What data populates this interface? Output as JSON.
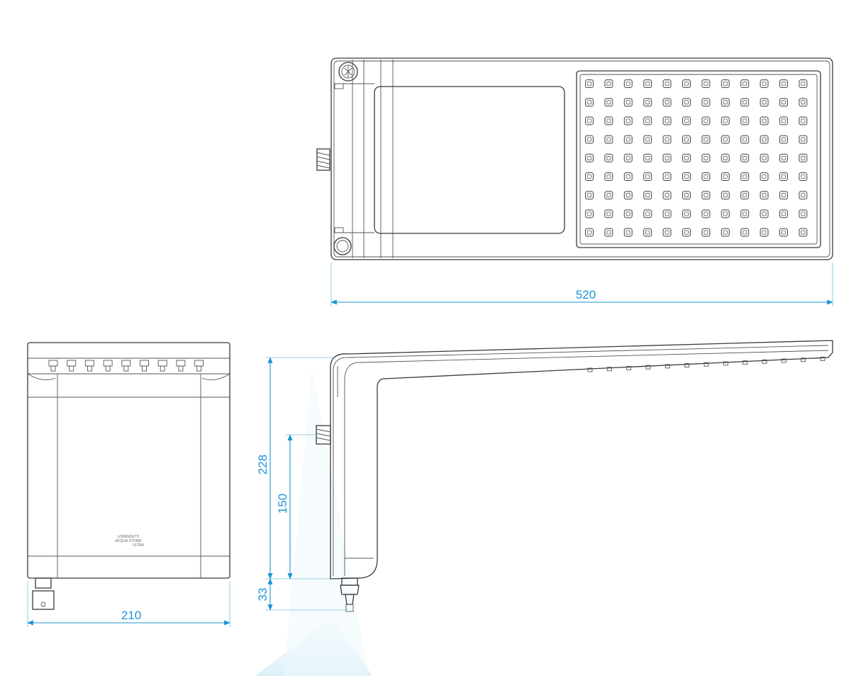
{
  "dimensions": {
    "total_length": "520",
    "width": "210",
    "height": "228",
    "inlet_height": "150",
    "inlet_depth": "33"
  },
  "brand_marking": {
    "line1": "LORENZETTI",
    "line2": "ACQUA STORM",
    "line3": "ULTRA"
  },
  "colors": {
    "dimension_lines": "#1b95d4",
    "outline": "#3a3a3a",
    "background": "#ffffff"
  },
  "nozzle_grid": {
    "rows": 9,
    "columns": 12
  },
  "side_nozzles": 13,
  "front_nozzles": 9
}
